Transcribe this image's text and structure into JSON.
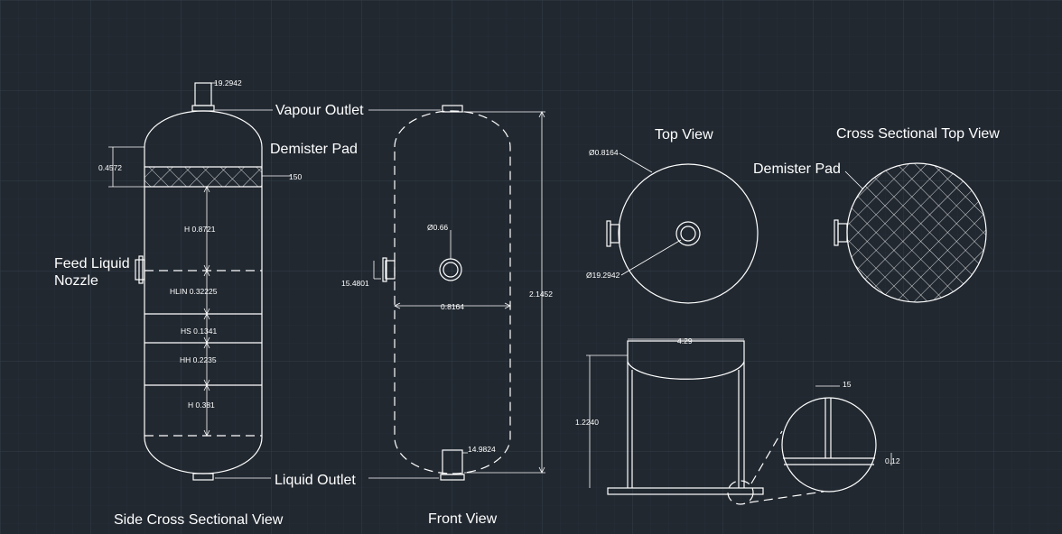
{
  "background_color": "#212830",
  "grid_color": "#2c3540",
  "line_color": "#ffffff",
  "views": {
    "side": "Side Cross Sectional View",
    "front": "Front View",
    "top": "Top View",
    "cross_top": "Cross Sectional Top View"
  },
  "callouts": {
    "vapour_outlet": "Vapour Outlet",
    "demister_pad_side": "Demister Pad",
    "feed_liquid_line1": "Feed Liquid",
    "feed_liquid_line2": "Nozzle",
    "liquid_outlet": "Liquid Outlet",
    "demister_pad_top": "Demister Pad"
  },
  "dimensions": {
    "vapour_nozzle": "19.2942",
    "demister_thickness": "0.4572",
    "demister_150": "150",
    "h_top": "H 0.8721",
    "hlin": "HLIN 0.32225",
    "hs": "HS 0.1341",
    "hh": "HH 0.2235",
    "h_bottom": "H 0.381",
    "inner_circle": "Ø0.66",
    "feed_nozzle": "15.4801",
    "diameter_front": "0.8164",
    "height_total": "2.1452",
    "liquid_nozzle": "14.9824",
    "top_diameter": "Ø0.8164",
    "top_nozzle": "Ø19.2942",
    "support_width": "4.29",
    "support_height": "1.2240",
    "detail_15": "15",
    "detail_012": "0.12"
  }
}
